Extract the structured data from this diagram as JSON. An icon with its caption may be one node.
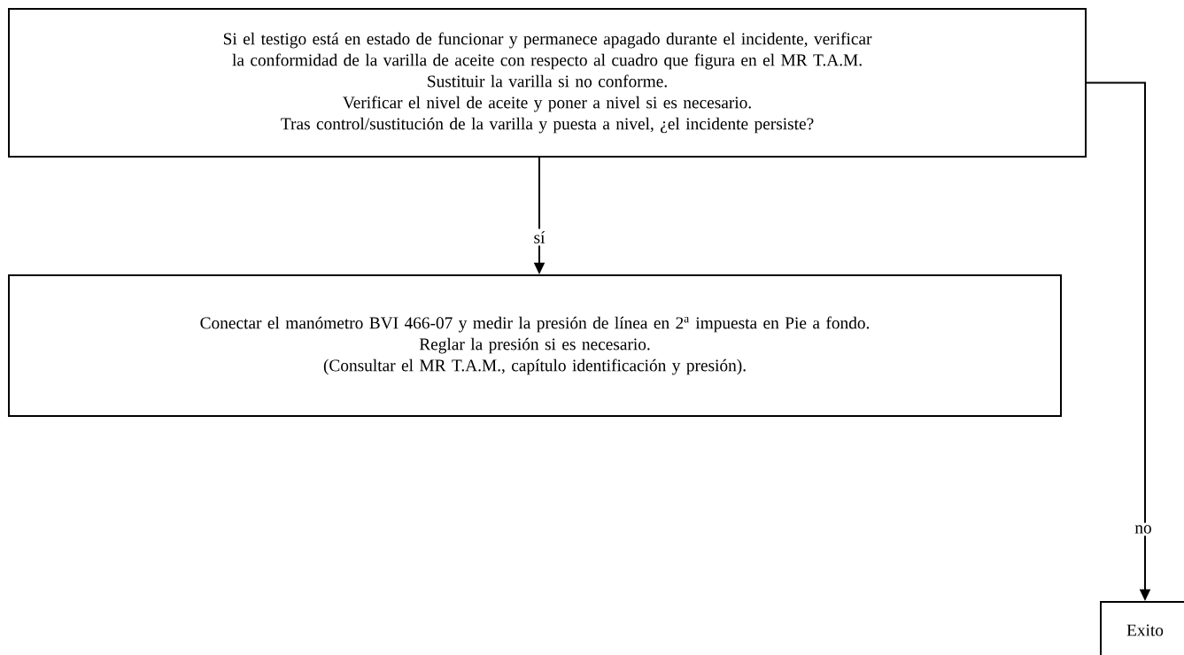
{
  "diagram": {
    "nodes": [
      {
        "text": [
          "Si el testigo está en estado de funcionar y permanece apagado durante el incidente, verificar la conformidad de la varilla de aceite con respecto al cuadro que figura en el MR T.A.M.",
          "Sustituir la varilla si no conforme.",
          "Verificar el nivel de aceite y poner a nivel si es necesario.",
          "Tras control/sustitución de la varilla y puesta a nivel, ¿el incidente persiste?"
        ]
      },
      {
        "text": [
          "Conectar el manómetro BVI 466-07 y medir la presión de línea en 2$^{a}$ impuesta en Pie a fondo.",
          "Reglar la presión si es necesario.",
          "(Consultar el MR T.A.M., capítulo identificación y presión)."
        ]
      },
      {
        "text": [
          "Exito"
        ]
      }
    ],
    "edges": [
      {
        "from": 0,
        "to": 1,
        "arrow": "to",
        "label": "sí"
      },
      {
        "from": 0,
        "to": 2,
        "arrow": "to",
        "label": "no"
      }
    ]
  }
}
